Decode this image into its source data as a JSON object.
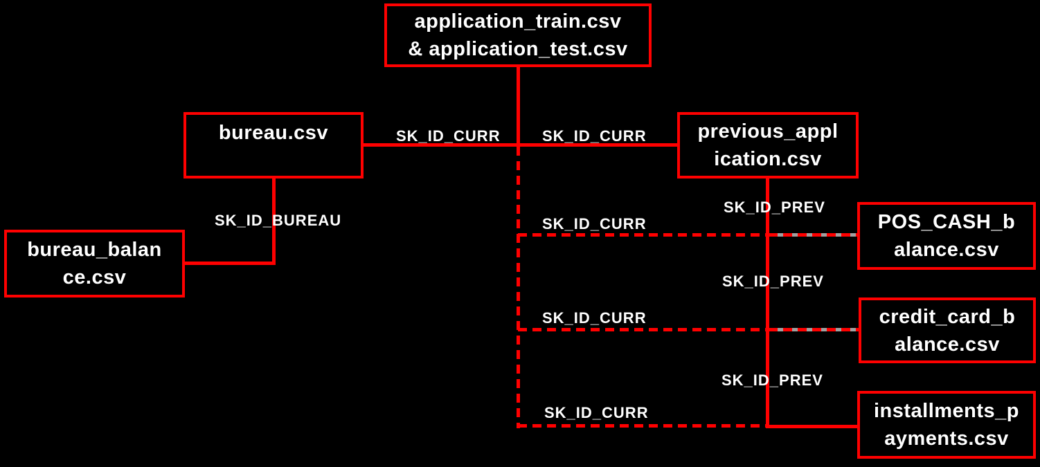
{
  "diagram": {
    "title": "home-credit-dataset-file-relationships",
    "colors": {
      "background": "#000000",
      "accent_red": "#FF0000",
      "text_white": "#FFFFFF",
      "gray_line": "#A0A0A0"
    }
  },
  "nodes": {
    "application": {
      "line1": "application_train.csv",
      "line2": "& application_test.csv"
    },
    "bureau": {
      "line1": "bureau.csv",
      "line2": ""
    },
    "previous_application": {
      "line1": "previous_appl",
      "line2": "ication.csv"
    },
    "bureau_balance": {
      "line1": "bureau_balan",
      "line2": "ce.csv"
    },
    "pos_cash_balance": {
      "line1": "POS_CASH_b",
      "line2": "alance.csv"
    },
    "credit_card_balance": {
      "line1": "credit_card_b",
      "line2": "alance.csv"
    },
    "installments_payments": {
      "line1": "installments_p",
      "line2": "ayments.csv"
    }
  },
  "edges": [
    {
      "from": "application_train.csv & application_test.csv",
      "to": "bureau.csv",
      "label": "SK_ID_CURR",
      "style": "solid"
    },
    {
      "from": "application_train.csv & application_test.csv",
      "to": "previous_application.csv",
      "label": "SK_ID_CURR",
      "style": "solid"
    },
    {
      "from": "bureau.csv",
      "to": "bureau_balance.csv",
      "label": "SK_ID_BUREAU",
      "style": "solid"
    },
    {
      "from": "application_train.csv & application_test.csv",
      "to": "POS_CASH_balance.csv",
      "label": "SK_ID_CURR",
      "style": "dashed"
    },
    {
      "from": "previous_application.csv",
      "to": "POS_CASH_balance.csv",
      "label": "SK_ID_PREV",
      "style": "solid"
    },
    {
      "from": "application_train.csv & application_test.csv",
      "to": "credit_card_balance.csv",
      "label": "SK_ID_CURR",
      "style": "dashed"
    },
    {
      "from": "previous_application.csv",
      "to": "credit_card_balance.csv",
      "label": "SK_ID_PREV",
      "style": "solid"
    },
    {
      "from": "application_train.csv & application_test.csv",
      "to": "installments_payments.csv",
      "label": "SK_ID_CURR",
      "style": "dashed"
    },
    {
      "from": "previous_application.csv",
      "to": "installments_payments.csv",
      "label": "SK_ID_PREV",
      "style": "solid"
    }
  ]
}
